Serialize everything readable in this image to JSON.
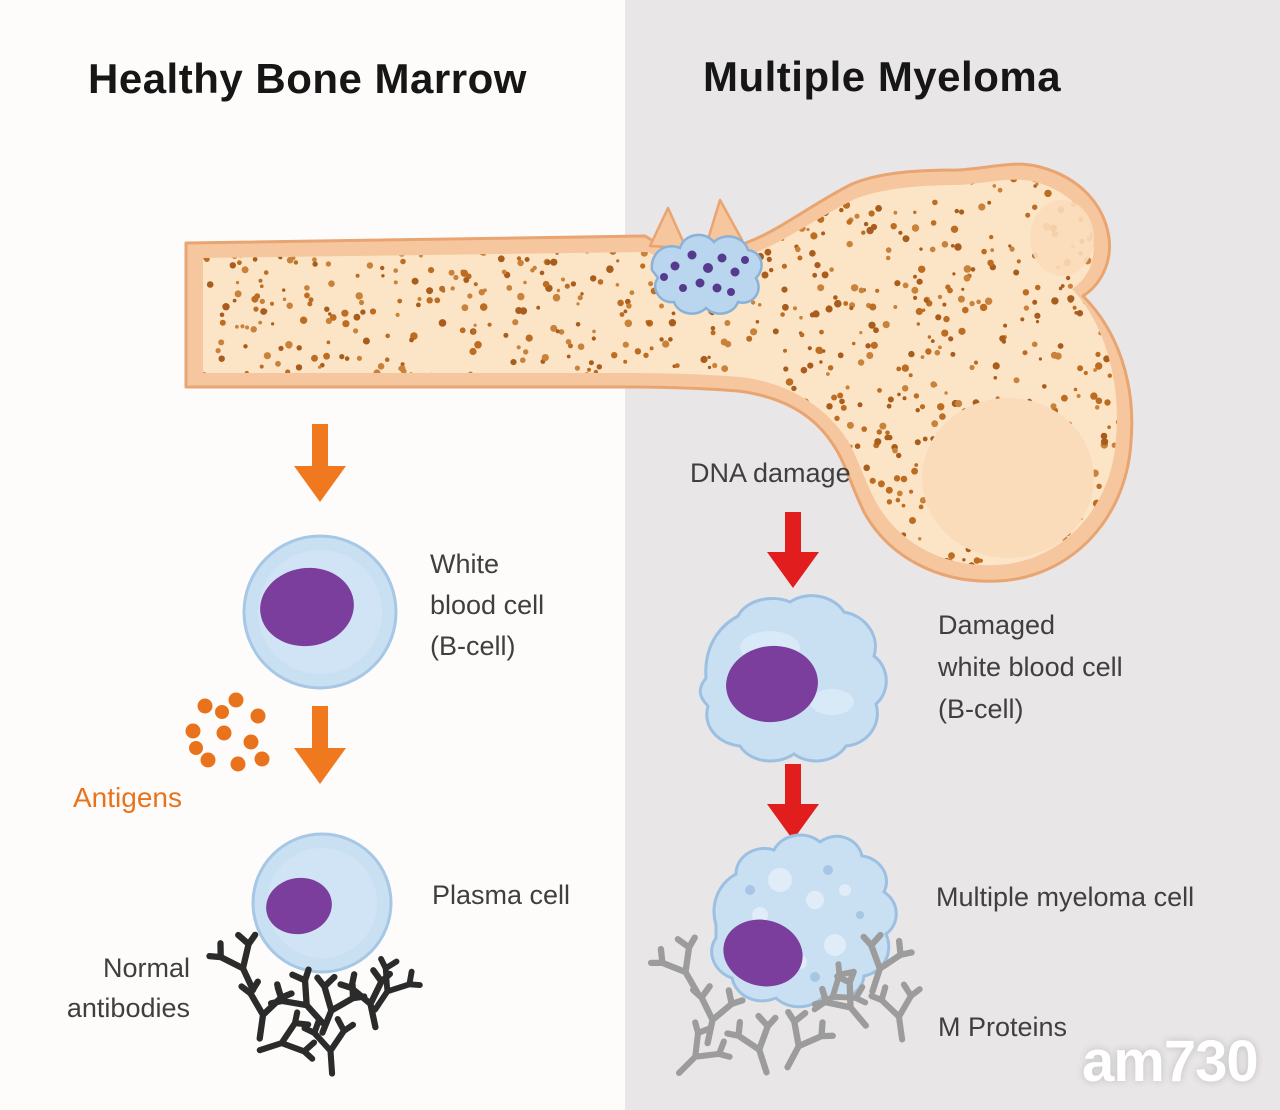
{
  "titles": {
    "left": "Healthy Bone Marrow",
    "right": "Multiple Myeloma"
  },
  "healthy": {
    "wbc_line1": "White",
    "wbc_line2": "blood cell",
    "wbc_line3": "(B-cell)",
    "antigens": "Antigens",
    "plasma": "Plasma cell",
    "antibodies_line1": "Normal",
    "antibodies_line2": "antibodies"
  },
  "myeloma": {
    "dna_damage": "DNA damage",
    "damaged_line1": "Damaged",
    "damaged_line2": "white blood cell",
    "damaged_line3": "(B-cell)",
    "myeloma_cell": "Multiple myeloma cell",
    "m_proteins": "M Proteins"
  },
  "watermark": "am730",
  "colors": {
    "panel_right_bg": "#e9e6e7",
    "bone_outer": "#f6c79e",
    "bone_outline": "#e8a571",
    "bone_inner": "#fce4c6",
    "bone_smooth": "#fbdcba",
    "marrow_dot": "#bc6d22",
    "cell_body": "#c9dff2",
    "cell_edge": "#a6c7e5",
    "cell_nucleus": "#7b3e9d",
    "tumor": "#b9d6ee",
    "tumor_dot": "#563a8e",
    "arrow_left": "#f0791f",
    "arrow_right": "#e11d1d",
    "antigen": "#e8731c",
    "antibody_normal": "#2b2b2b",
    "antibody_m": "#9c9c9c"
  }
}
